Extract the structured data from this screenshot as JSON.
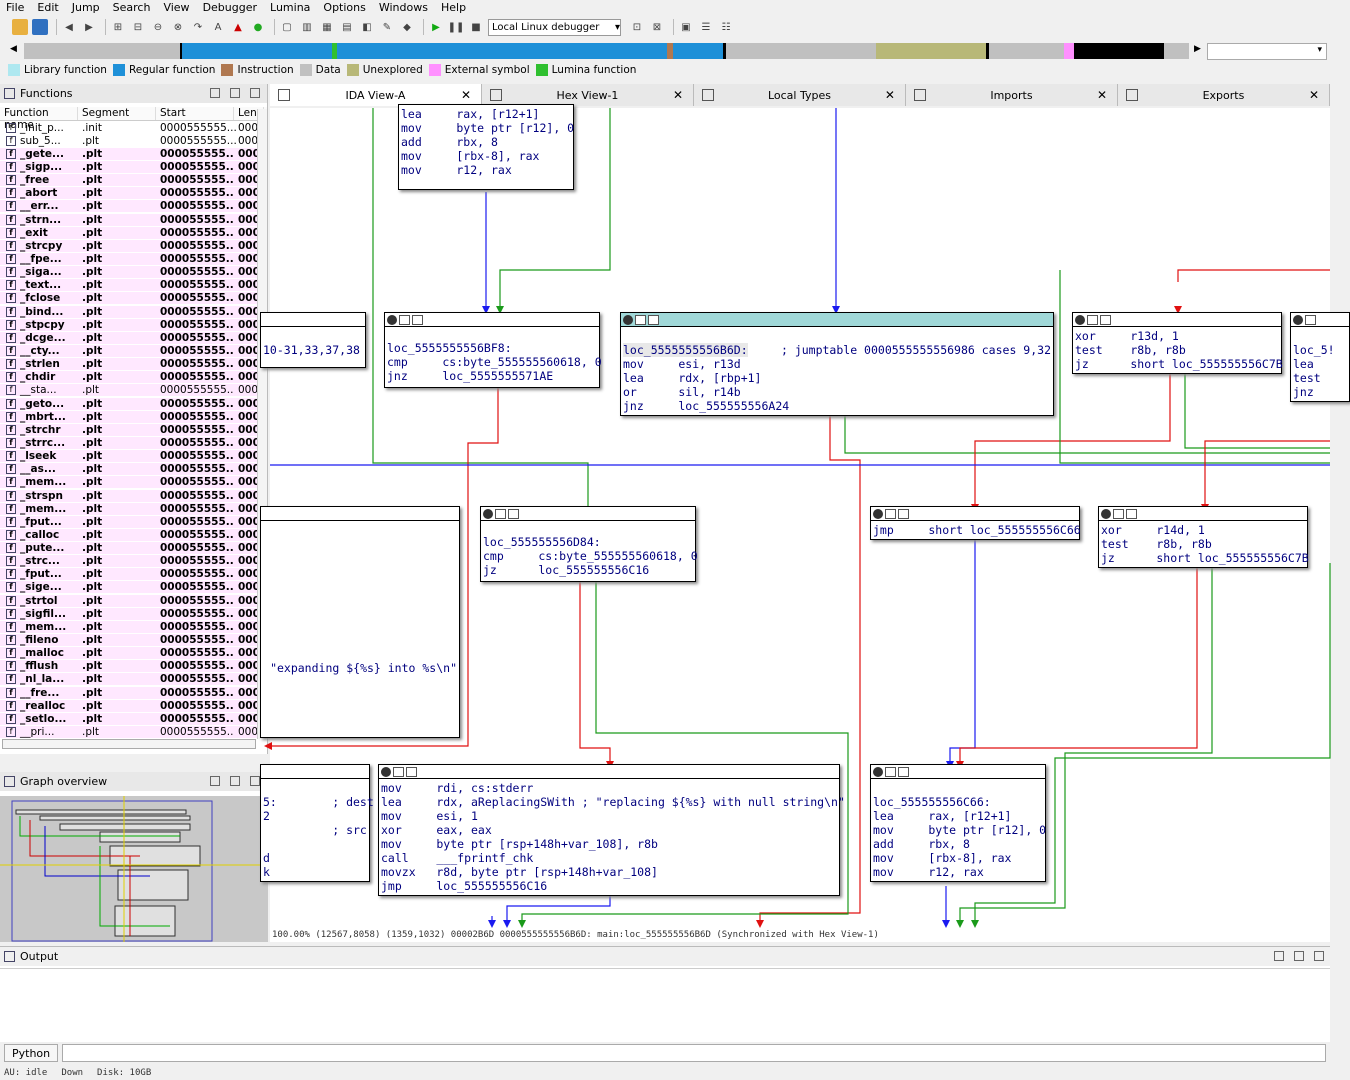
{
  "menu": [
    "File",
    "Edit",
    "Jump",
    "Search",
    "View",
    "Debugger",
    "Lumina",
    "Options",
    "Windows",
    "Help"
  ],
  "toolbar": {
    "debugger_select": "Local Linux debugger"
  },
  "legend": [
    {
      "label": "Library function",
      "color": "#aee8f0"
    },
    {
      "label": "Regular function",
      "color": "#1e90d8"
    },
    {
      "label": "Instruction",
      "color": "#b07850"
    },
    {
      "label": "Data",
      "color": "#c0c0c0"
    },
    {
      "label": "Unexplored",
      "color": "#b8b878"
    },
    {
      "label": "External symbol",
      "color": "#ff90ff"
    },
    {
      "label": "Lumina function",
      "color": "#30c030"
    }
  ],
  "functions_panel": {
    "title": "Functions",
    "columns": [
      "Function name",
      "Segment",
      "Start",
      "Leng"
    ],
    "rows": [
      {
        "name": "_init_p...",
        "seg": ".init",
        "start": "0000555555...",
        "len": "000",
        "bold": false,
        "plt": false
      },
      {
        "name": "sub_5...",
        "seg": ".plt",
        "start": "0000555555...",
        "len": "000",
        "bold": false,
        "plt": false
      },
      {
        "name": "_gete...",
        "seg": ".plt",
        "start": "000055555...",
        "len": "000",
        "bold": true,
        "plt": true
      },
      {
        "name": "_sigp...",
        "seg": ".plt",
        "start": "000055555...",
        "len": "000",
        "bold": true,
        "plt": true
      },
      {
        "name": "_free",
        "seg": ".plt",
        "start": "000055555...",
        "len": "000",
        "bold": true,
        "plt": true
      },
      {
        "name": "_abort",
        "seg": ".plt",
        "start": "000055555...",
        "len": "000",
        "bold": true,
        "plt": true
      },
      {
        "name": "__err...",
        "seg": ".plt",
        "start": "000055555...",
        "len": "000",
        "bold": true,
        "plt": true
      },
      {
        "name": "_strn...",
        "seg": ".plt",
        "start": "000055555...",
        "len": "000",
        "bold": true,
        "plt": true
      },
      {
        "name": "_exit",
        "seg": ".plt",
        "start": "000055555...",
        "len": "000",
        "bold": true,
        "plt": true
      },
      {
        "name": "_strcpy",
        "seg": ".plt",
        "start": "000055555...",
        "len": "000",
        "bold": true,
        "plt": true
      },
      {
        "name": "__fpe...",
        "seg": ".plt",
        "start": "000055555...",
        "len": "000",
        "bold": true,
        "plt": true
      },
      {
        "name": "_siga...",
        "seg": ".plt",
        "start": "000055555...",
        "len": "000",
        "bold": true,
        "plt": true
      },
      {
        "name": "_text...",
        "seg": ".plt",
        "start": "000055555...",
        "len": "000",
        "bold": true,
        "plt": true
      },
      {
        "name": "_fclose",
        "seg": ".plt",
        "start": "000055555...",
        "len": "000",
        "bold": true,
        "plt": true
      },
      {
        "name": "_bind...",
        "seg": ".plt",
        "start": "000055555...",
        "len": "000",
        "bold": true,
        "plt": true
      },
      {
        "name": "_stpcpy",
        "seg": ".plt",
        "start": "000055555...",
        "len": "000",
        "bold": true,
        "plt": true
      },
      {
        "name": "_dcge...",
        "seg": ".plt",
        "start": "000055555...",
        "len": "000",
        "bold": true,
        "plt": true
      },
      {
        "name": "__cty...",
        "seg": ".plt",
        "start": "000055555...",
        "len": "000",
        "bold": true,
        "plt": true
      },
      {
        "name": "_strlen",
        "seg": ".plt",
        "start": "000055555...",
        "len": "000",
        "bold": true,
        "plt": true
      },
      {
        "name": "_chdir",
        "seg": ".plt",
        "start": "000055555...",
        "len": "000",
        "bold": true,
        "plt": true
      },
      {
        "name": "__sta...",
        "seg": ".plt",
        "start": "0000555555...",
        "len": "000",
        "bold": false,
        "plt": true
      },
      {
        "name": "_geto...",
        "seg": ".plt",
        "start": "000055555...",
        "len": "000",
        "bold": true,
        "plt": true
      },
      {
        "name": "_mbrt...",
        "seg": ".plt",
        "start": "000055555...",
        "len": "000",
        "bold": true,
        "plt": true
      },
      {
        "name": "_strchr",
        "seg": ".plt",
        "start": "000055555...",
        "len": "000",
        "bold": true,
        "plt": true
      },
      {
        "name": "_strrc...",
        "seg": ".plt",
        "start": "000055555...",
        "len": "000",
        "bold": true,
        "plt": true
      },
      {
        "name": "_lseek",
        "seg": ".plt",
        "start": "000055555...",
        "len": "000",
        "bold": true,
        "plt": true
      },
      {
        "name": "__as...",
        "seg": ".plt",
        "start": "000055555...",
        "len": "000",
        "bold": true,
        "plt": true
      },
      {
        "name": "_mem...",
        "seg": ".plt",
        "start": "000055555...",
        "len": "000",
        "bold": true,
        "plt": true
      },
      {
        "name": "_strspn",
        "seg": ".plt",
        "start": "000055555...",
        "len": "000",
        "bold": true,
        "plt": true
      },
      {
        "name": "_mem...",
        "seg": ".plt",
        "start": "000055555...",
        "len": "000",
        "bold": true,
        "plt": true
      },
      {
        "name": "_fput...",
        "seg": ".plt",
        "start": "000055555...",
        "len": "000",
        "bold": true,
        "plt": true
      },
      {
        "name": "_calloc",
        "seg": ".plt",
        "start": "000055555...",
        "len": "000",
        "bold": true,
        "plt": true
      },
      {
        "name": "_pute...",
        "seg": ".plt",
        "start": "000055555...",
        "len": "000",
        "bold": true,
        "plt": true
      },
      {
        "name": "_strc...",
        "seg": ".plt",
        "start": "000055555...",
        "len": "000",
        "bold": true,
        "plt": true
      },
      {
        "name": "_fput...",
        "seg": ".plt",
        "start": "000055555...",
        "len": "000",
        "bold": true,
        "plt": true
      },
      {
        "name": "_sige...",
        "seg": ".plt",
        "start": "000055555...",
        "len": "000",
        "bold": true,
        "plt": true
      },
      {
        "name": "_strtol",
        "seg": ".plt",
        "start": "000055555...",
        "len": "000",
        "bold": true,
        "plt": true
      },
      {
        "name": "_sigfil...",
        "seg": ".plt",
        "start": "000055555...",
        "len": "000",
        "bold": true,
        "plt": true
      },
      {
        "name": "_mem...",
        "seg": ".plt",
        "start": "000055555...",
        "len": "000",
        "bold": true,
        "plt": true
      },
      {
        "name": "_fileno",
        "seg": ".plt",
        "start": "000055555...",
        "len": "000",
        "bold": true,
        "plt": true
      },
      {
        "name": "_malloc",
        "seg": ".plt",
        "start": "000055555...",
        "len": "000",
        "bold": true,
        "plt": true
      },
      {
        "name": "_fflush",
        "seg": ".plt",
        "start": "000055555...",
        "len": "000",
        "bold": true,
        "plt": true
      },
      {
        "name": "_nl_la...",
        "seg": ".plt",
        "start": "000055555...",
        "len": "000",
        "bold": true,
        "plt": true
      },
      {
        "name": "__fre...",
        "seg": ".plt",
        "start": "000055555...",
        "len": "000",
        "bold": true,
        "plt": true
      },
      {
        "name": "_realloc",
        "seg": ".plt",
        "start": "000055555...",
        "len": "000",
        "bold": true,
        "plt": true
      },
      {
        "name": "_setlo...",
        "seg": ".plt",
        "start": "000055555...",
        "len": "000",
        "bold": true,
        "plt": true
      },
      {
        "name": "__pri...",
        "seg": ".plt",
        "start": "0000555555...",
        "len": "000",
        "bold": false,
        "plt": true
      }
    ]
  },
  "graph_overview": {
    "title": "Graph overview"
  },
  "tabs": [
    {
      "label": "IDA View-A",
      "active": true
    },
    {
      "label": "Hex View-1",
      "active": false
    },
    {
      "label": "Local Types",
      "active": false
    },
    {
      "label": "Imports",
      "active": false
    },
    {
      "label": "Exports",
      "active": false
    }
  ],
  "nodes": {
    "top": "lea     rax, [r12+1]\nmov     byte ptr [r12], 0\nadd     rbx, 8\nmov     [rbx-8], rax\nmov     r12, rax",
    "left_cases": "10-31,33,37,38",
    "bf8": "loc_5555555556BF8:\ncmp     cs:byte_555555560618, 0\njnz     loc_5555555571AE",
    "b6d_label": "loc_5555555556B6D:",
    "b6d_comment": "; jumptable 0000555555556986 cases 9,32",
    "b6d_body": "mov     esi, r13d\nlea     rdx, [rbp+1]\nor      sil, r14b\njnz     loc_555555556A24",
    "xor13": "xor     r13d, 1\ntest    r8b, r8b\njz      short loc_555555556C7B",
    "far_right": "loc_5!\nlea\ntest\njnz",
    "d84": "loc_555555556D84:\ncmp     cs:byte_555555560618, 0\njz      loc_555555556C16",
    "jmp66": "jmp     short loc_555555556C66",
    "xor14": "xor     r14d, 1\ntest    r8b, r8b\njz      short loc_555555556C7B",
    "expanding": "\"expanding ${%s} into %s\\n\"",
    "left_bottom": "5:        ; dest\n2\n          ; src\n\nd\nk",
    "replacing": "mov     rdi, cs:stderr\nlea     rdx, aReplacingSWith ; \"replacing ${%s} with null string\\n\"\nmov     esi, 1\nxor     eax, eax\nmov     byte ptr [rsp+148h+var_108], r8b\ncall    ___fprintf_chk\nmovzx   r8d, byte ptr [rsp+148h+var_108]\njmp     loc_555555556C16",
    "c66": "loc_555555556C66:\nlea     rax, [r12+1]\nmov     byte ptr [r12], 0\nadd     rbx, 8\nmov     [rbx-8], rax\nmov     r12, rax"
  },
  "graph_status": "100.00% (12567,8058) (1359,1032) 00002B6D 0000555555556B6D: main:loc_555555556B6D (Synchronized with Hex View-1)",
  "output": {
    "title": "Output"
  },
  "python_button": "Python",
  "statusbar": {
    "au": "AU:  idle",
    "dir": "Down",
    "disk": "Disk: 10GB"
  }
}
